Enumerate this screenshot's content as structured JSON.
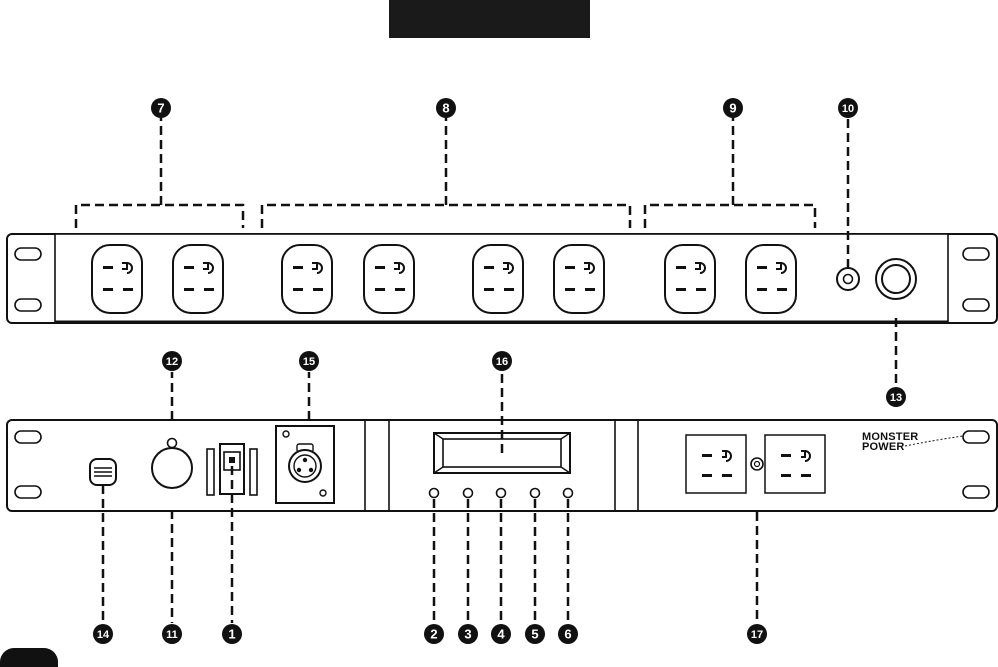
{
  "header": {
    "title": ""
  },
  "brand": {
    "line1": "MONSTER",
    "line2": "POWER"
  },
  "callouts": {
    "c7": "7",
    "c8": "8",
    "c9": "9",
    "c10": "10",
    "c12": "12",
    "c15": "15",
    "c16": "16",
    "c13": "13",
    "c14": "14",
    "c11": "11",
    "c1": "1",
    "c2": "2",
    "c3": "3",
    "c4": "4",
    "c5": "5",
    "c6": "6",
    "c17": "17"
  },
  "colors": {
    "ink": "#111111",
    "panel_fill": "#ffffff",
    "title_bar": "#1a1a1a"
  }
}
